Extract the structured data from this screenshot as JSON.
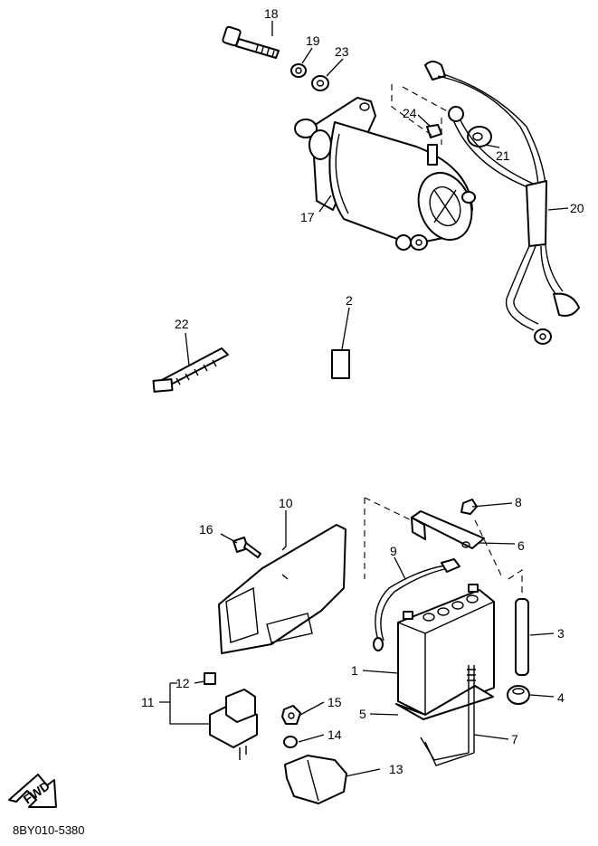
{
  "diagram": {
    "document_code": "8BY010-5380",
    "fwd_label": "FWD",
    "callouts": {
      "p1": "1",
      "p2": "2",
      "p3": "3",
      "p4": "4",
      "p5": "5",
      "p6": "6",
      "p7": "7",
      "p8": "8",
      "p9": "9",
      "p10": "10",
      "p11": "11",
      "p12": "12",
      "p13": "13",
      "p14": "14",
      "p15": "15",
      "p16": "16",
      "p17": "17",
      "p18": "18",
      "p19": "19",
      "p20": "20",
      "p21": "21",
      "p22": "22",
      "p23": "23",
      "p24": "24"
    }
  }
}
